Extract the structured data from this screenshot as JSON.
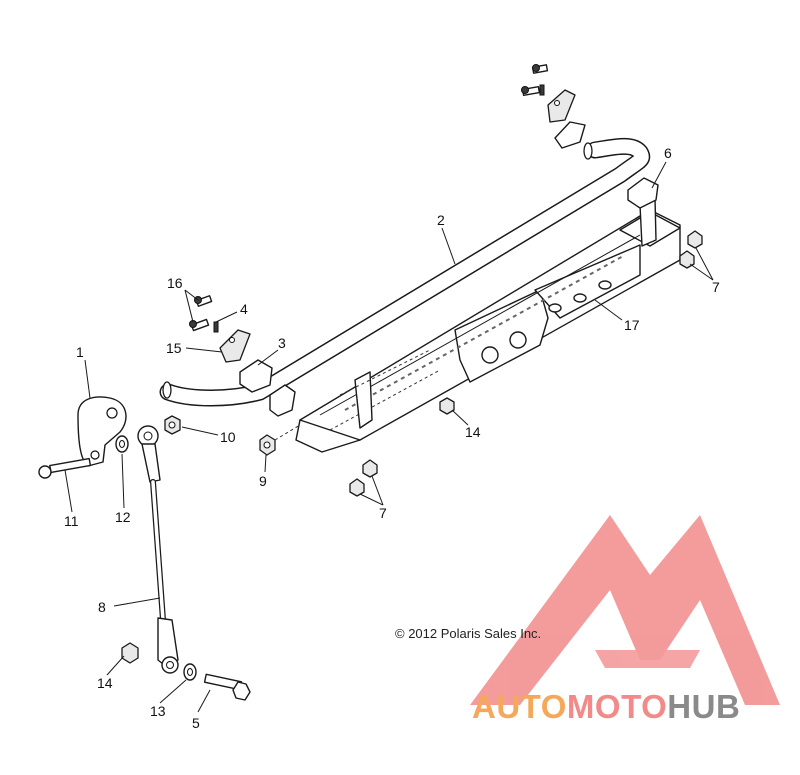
{
  "diagram": {
    "callouts": [
      "1",
      "2",
      "3",
      "4",
      "5",
      "6",
      "7",
      "7",
      "8",
      "9",
      "10",
      "11",
      "12",
      "13",
      "14",
      "14",
      "15",
      "16",
      "17"
    ],
    "copyright": "© 2012 Polaris Sales Inc."
  },
  "watermark": {
    "part1": "AUTO",
    "part2": "MOTO",
    "part3": "HUB",
    "colors": {
      "auto": "#f6a85a",
      "moto": "#f28a8a",
      "hub": "#8a8a8a",
      "logo": "#f28a8a"
    }
  }
}
